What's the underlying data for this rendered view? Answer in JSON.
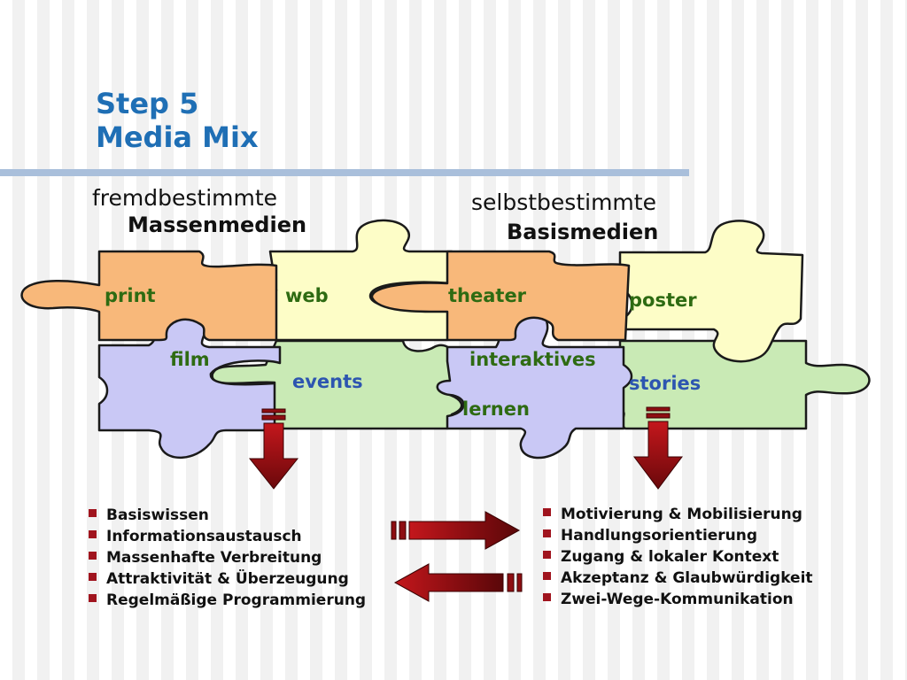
{
  "slide": {
    "title_line1": "Step 5",
    "title_line2": "Media Mix"
  },
  "left_group": {
    "subtitle_light": "fremdbestimmte",
    "subtitle_bold": "Massenmedien",
    "pieces": {
      "print": "print",
      "web": "web",
      "film": "film",
      "events": "events"
    },
    "bullets": [
      "Basiswissen",
      "Informationsaustausch",
      "Massenhafte Verbreitung",
      "Attraktivität & Überzeugung",
      "Regelmäßige Programmierung"
    ]
  },
  "right_group": {
    "subtitle_light": "selbstbestimmte",
    "subtitle_bold": "Basismedien",
    "pieces": {
      "theater": "theater",
      "poster": "poster",
      "interaktives": "interaktives",
      "lernen": "lernen",
      "stories": "stories"
    },
    "bullets": [
      "Motivierung & Mobilisierung",
      "Handlungsorientierung",
      "Zugang & lokaler Kontext",
      "Akzeptanz & Glaubwürdigkeit",
      "Zwei-Wege-Kommunikation"
    ]
  },
  "colors": {
    "title": "#1f6fb5",
    "orange": "#f8b87a",
    "yellow": "#fdfdc7",
    "lilac": "#c9c8f5",
    "green": "#c9eab5",
    "label_green": "#2e6b12",
    "label_blue": "#2d55b0",
    "arrow_red": "#8e0e12"
  }
}
